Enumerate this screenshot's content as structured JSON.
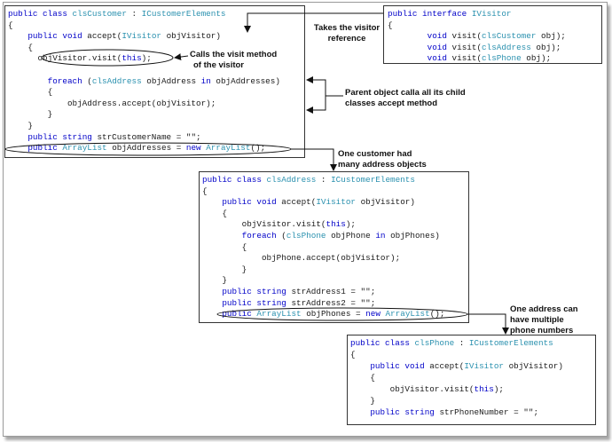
{
  "boxes": {
    "customer": {
      "lines": [
        [
          {
            "t": "public class ",
            "c": "kw"
          },
          {
            "t": "clsCustomer",
            "c": "ty"
          },
          {
            "t": " : "
          },
          {
            "t": "ICustomerElements",
            "c": "ty"
          }
        ],
        [
          {
            "t": "{"
          }
        ],
        [
          {
            "t": "    "
          },
          {
            "t": "public void",
            "c": "kw"
          },
          {
            "t": " accept("
          },
          {
            "t": "IVisitor",
            "c": "ty"
          },
          {
            "t": " objVisitor)"
          }
        ],
        [
          {
            "t": "    {"
          }
        ],
        [
          {
            "t": "      objVisitor.visit("
          },
          {
            "t": "this",
            "c": "kw"
          },
          {
            "t": ");"
          }
        ],
        [
          {
            "t": ""
          }
        ],
        [
          {
            "t": "        "
          },
          {
            "t": "foreach",
            "c": "kw"
          },
          {
            "t": " ("
          },
          {
            "t": "clsAddress",
            "c": "ty"
          },
          {
            "t": " objAddress "
          },
          {
            "t": "in",
            "c": "kw"
          },
          {
            "t": " objAddresses)"
          }
        ],
        [
          {
            "t": "        {"
          }
        ],
        [
          {
            "t": "            objAddress.accept(objVisitor);"
          }
        ],
        [
          {
            "t": "        }"
          }
        ],
        [
          {
            "t": "    }"
          }
        ],
        [
          {
            "t": "    "
          },
          {
            "t": "public string",
            "c": "kw"
          },
          {
            "t": " strCustomerName = \"\";"
          }
        ],
        [
          {
            "t": "    "
          },
          {
            "t": "public",
            "c": "kw"
          },
          {
            "t": " "
          },
          {
            "t": "ArrayList",
            "c": "ty"
          },
          {
            "t": " objAddresses = "
          },
          {
            "t": "new",
            "c": "kw"
          },
          {
            "t": " "
          },
          {
            "t": "ArrayList",
            "c": "ty"
          },
          {
            "t": "();"
          }
        ]
      ]
    },
    "ivisitor": {
      "lines": [
        [
          {
            "t": "public interface ",
            "c": "kw"
          },
          {
            "t": "IVisitor",
            "c": "ty"
          }
        ],
        [
          {
            "t": "{"
          }
        ],
        [
          {
            "t": "        "
          },
          {
            "t": "void",
            "c": "kw"
          },
          {
            "t": " visit("
          },
          {
            "t": "clsCustomer",
            "c": "ty"
          },
          {
            "t": " obj);"
          }
        ],
        [
          {
            "t": "        "
          },
          {
            "t": "void",
            "c": "kw"
          },
          {
            "t": " visit("
          },
          {
            "t": "clsAddress",
            "c": "ty"
          },
          {
            "t": " obj);"
          }
        ],
        [
          {
            "t": "        "
          },
          {
            "t": "void",
            "c": "kw"
          },
          {
            "t": " visit("
          },
          {
            "t": "clsPhone",
            "c": "ty"
          },
          {
            "t": " obj);"
          }
        ]
      ]
    },
    "address": {
      "lines": [
        [
          {
            "t": "public class ",
            "c": "kw"
          },
          {
            "t": "clsAddress",
            "c": "ty"
          },
          {
            "t": " : "
          },
          {
            "t": "ICustomerElements",
            "c": "ty"
          }
        ],
        [
          {
            "t": "{"
          }
        ],
        [
          {
            "t": "    "
          },
          {
            "t": "public void",
            "c": "kw"
          },
          {
            "t": " accept("
          },
          {
            "t": "IVisitor",
            "c": "ty"
          },
          {
            "t": " objVisitor)"
          }
        ],
        [
          {
            "t": "    {"
          }
        ],
        [
          {
            "t": "        objVisitor.visit("
          },
          {
            "t": "this",
            "c": "kw"
          },
          {
            "t": ");"
          }
        ],
        [
          {
            "t": "        "
          },
          {
            "t": "foreach",
            "c": "kw"
          },
          {
            "t": " ("
          },
          {
            "t": "clsPhone",
            "c": "ty"
          },
          {
            "t": " objPhone "
          },
          {
            "t": "in",
            "c": "kw"
          },
          {
            "t": " objPhones)"
          }
        ],
        [
          {
            "t": "        {"
          }
        ],
        [
          {
            "t": "            objPhone.accept(objVisitor);"
          }
        ],
        [
          {
            "t": "        }"
          }
        ],
        [
          {
            "t": "    }"
          }
        ],
        [
          {
            "t": "    "
          },
          {
            "t": "public string",
            "c": "kw"
          },
          {
            "t": " strAddress1 = \"\";"
          }
        ],
        [
          {
            "t": "    "
          },
          {
            "t": "public string",
            "c": "kw"
          },
          {
            "t": " strAddress2 = \"\";"
          }
        ],
        [
          {
            "t": "    "
          },
          {
            "t": "public",
            "c": "kw"
          },
          {
            "t": " "
          },
          {
            "t": "ArrayList",
            "c": "ty"
          },
          {
            "t": " objPhones = "
          },
          {
            "t": "new",
            "c": "kw"
          },
          {
            "t": " "
          },
          {
            "t": "ArrayList",
            "c": "ty"
          },
          {
            "t": "();"
          }
        ]
      ]
    },
    "phone": {
      "lines": [
        [
          {
            "t": "public class ",
            "c": "kw"
          },
          {
            "t": "clsPhone",
            "c": "ty"
          },
          {
            "t": " : "
          },
          {
            "t": "ICustomerElements",
            "c": "ty"
          }
        ],
        [
          {
            "t": "{"
          }
        ],
        [
          {
            "t": "    "
          },
          {
            "t": "public void",
            "c": "kw"
          },
          {
            "t": " accept("
          },
          {
            "t": "IVisitor",
            "c": "ty"
          },
          {
            "t": " objVisitor)"
          }
        ],
        [
          {
            "t": "    {"
          }
        ],
        [
          {
            "t": "        objVisitor.visit("
          },
          {
            "t": "this",
            "c": "kw"
          },
          {
            "t": ");"
          }
        ],
        [
          {
            "t": "    }"
          }
        ],
        [
          {
            "t": "    "
          },
          {
            "t": "public string",
            "c": "kw"
          },
          {
            "t": " strPhoneNumber = \"\";"
          }
        ]
      ]
    }
  },
  "notes": {
    "takes_visitor": [
      "Takes the visitor",
      "reference"
    ],
    "calls_visit": [
      "Calls the visit method",
      "of the visitor"
    ],
    "parent_calls": [
      "Parent object calla all its child",
      "classes accept method"
    ],
    "one_customer": [
      "One customer had",
      "many address objects"
    ],
    "one_address": [
      "One address can",
      "have multiple",
      "phone numbers"
    ]
  },
  "colors": {
    "keyword": "#0000c8",
    "type": "#2b91af",
    "text": "#1a1a1a",
    "arrow": "#111111"
  }
}
